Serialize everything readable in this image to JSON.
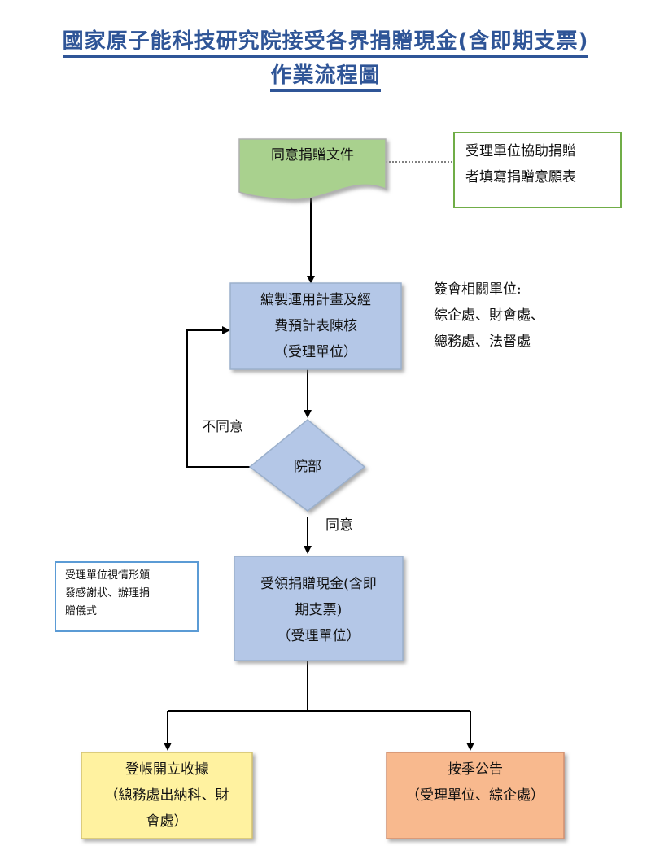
{
  "title": {
    "line1": "國家原子能科技研究院接受各界捐贈現金(含即期支票)",
    "line2": "作業流程圖"
  },
  "steps": {
    "consent": "同意捐贈文件",
    "plan": "編製運用計畫及經\n費預計表陳核\n（受理單位）",
    "decision": "院部",
    "receive": "受領捐贈現金(含即\n期支票)\n（受理單位）",
    "receipt": "登帳開立收據\n（總務處出納科、財\n會處）",
    "announce": "按季公告\n（受理單位、綜企處）"
  },
  "notes": {
    "donor_form": "受理單位協助捐贈\n者填寫捐贈意願表",
    "countersign": "簽會相關單位:\n綜企處、財會處、\n總務處、法督處",
    "thanks": "受理單位視情形頒\n發感謝狀、辦理捐\n贈儀式"
  },
  "edges": {
    "reject": "不同意",
    "approve": "同意"
  },
  "colors": {
    "title": "#2f5597",
    "green_fill": "#a9d18e",
    "blue_fill": "#b4c7e7",
    "yellow_fill": "#fff2a0",
    "orange_fill": "#f8b98e",
    "green_border": "#70ad47",
    "blue_border": "#5b9bd5"
  }
}
